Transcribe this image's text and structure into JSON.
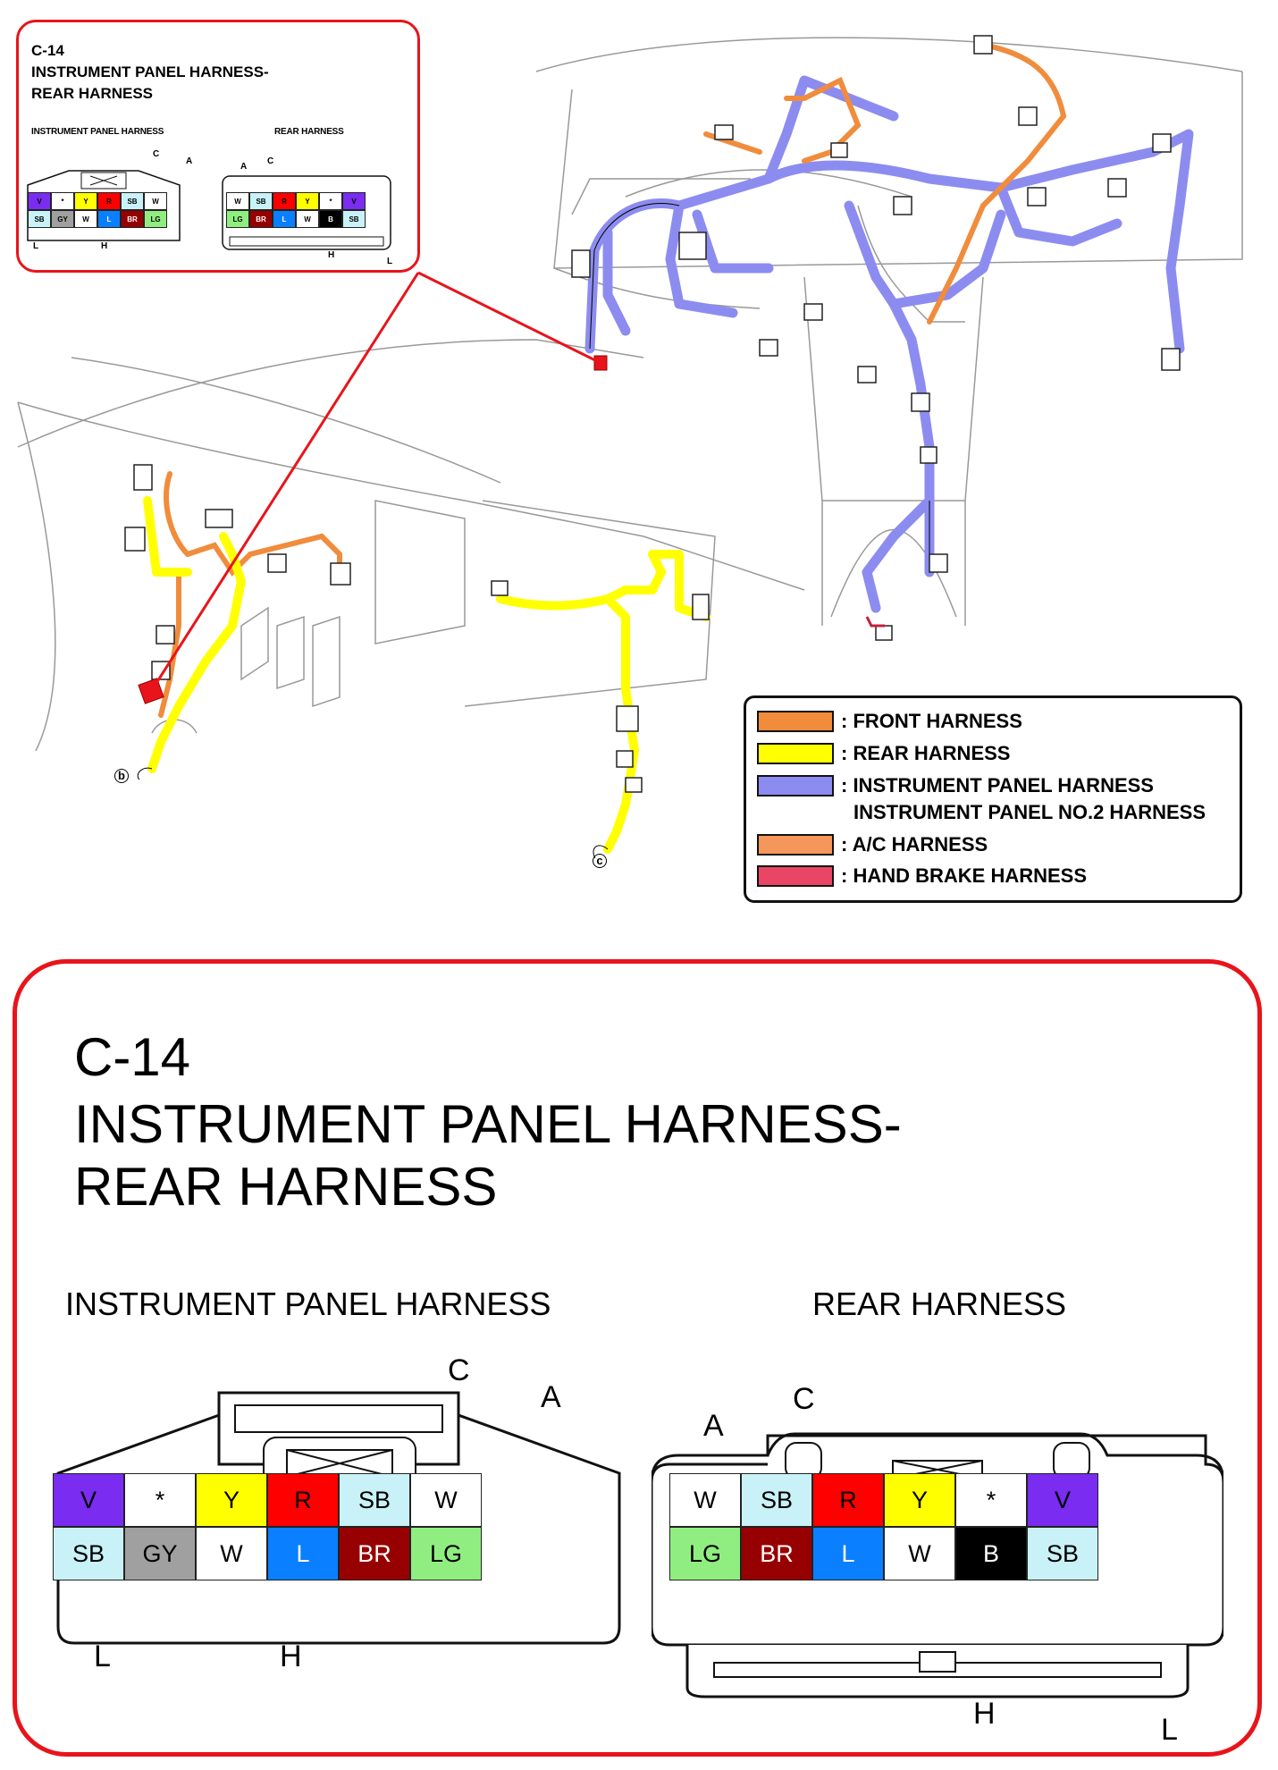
{
  "connector": {
    "code": "C-14",
    "title_line1": "INSTRUMENT PANEL HARNESS-",
    "title_line2": "REAR HARNESS"
  },
  "instrument_panel_harness": {
    "label": "INSTRUMENT PANEL HARNESS",
    "letters": {
      "c": "C",
      "a": "A",
      "l": "L",
      "h": "H"
    },
    "top_row": [
      {
        "label": "V",
        "color": "#7a2cf0"
      },
      {
        "label": "*",
        "color": "#ffffff"
      },
      {
        "label": "Y",
        "color": "#ffff00"
      },
      {
        "label": "R",
        "color": "#ff0000"
      },
      {
        "label": "SB",
        "color": "#c8f2f7"
      },
      {
        "label": "W",
        "color": "#ffffff"
      }
    ],
    "bottom_row": [
      {
        "label": "SB",
        "color": "#c8f2f7"
      },
      {
        "label": "GY",
        "color": "#a0a0a0"
      },
      {
        "label": "W",
        "color": "#ffffff"
      },
      {
        "label": "L",
        "color": "#0a7fff"
      },
      {
        "label": "BR",
        "color": "#960000"
      },
      {
        "label": "LG",
        "color": "#90ee80"
      }
    ]
  },
  "rear_harness": {
    "label": "REAR HARNESS",
    "letters": {
      "a": "A",
      "c": "C",
      "h": "H",
      "l": "L"
    },
    "top_row": [
      {
        "label": "W",
        "color": "#ffffff"
      },
      {
        "label": "SB",
        "color": "#c8f2f7"
      },
      {
        "label": "R",
        "color": "#ff0000"
      },
      {
        "label": "Y",
        "color": "#ffff00"
      },
      {
        "label": "*",
        "color": "#ffffff"
      },
      {
        "label": "V",
        "color": "#7a2cf0"
      }
    ],
    "bottom_row": [
      {
        "label": "LG",
        "color": "#90ee80"
      },
      {
        "label": "BR",
        "color": "#960000"
      },
      {
        "label": "L",
        "color": "#0a7fff"
      },
      {
        "label": "W",
        "color": "#ffffff"
      },
      {
        "label": "B",
        "color": "#000000"
      },
      {
        "label": "SB",
        "color": "#c8f2f7"
      }
    ]
  },
  "legend": [
    {
      "label": ": FRONT HARNESS",
      "color": "#f08c3c"
    },
    {
      "label": ": REAR HARNESS",
      "color": "#ffff00"
    },
    {
      "label": ": INSTRUMENT PANEL HARNESS",
      "label2": "INSTRUMENT PANEL NO.2 HARNESS",
      "color": "#8c8cf0"
    },
    {
      "label": ": A/C HARNESS",
      "color": "#f5965a"
    },
    {
      "label": ": HAND BRAKE HARNESS",
      "color": "#e84664"
    }
  ],
  "markers": {
    "b": "b",
    "c": "c"
  },
  "colors": {
    "callout": "#e8141b",
    "front": "#f08c3c",
    "rear": "#ffff00",
    "ip": "#8c8cf0"
  }
}
